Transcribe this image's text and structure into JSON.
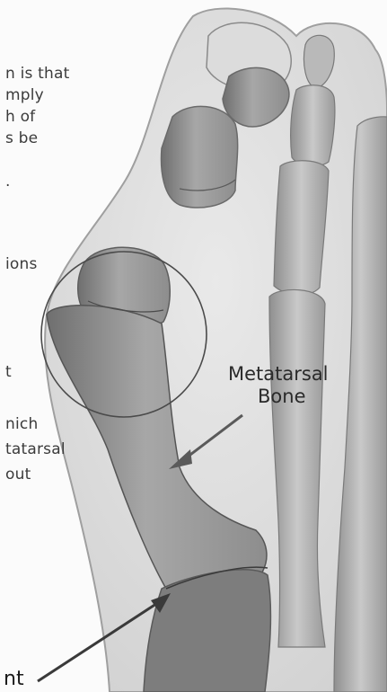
{
  "body_text": {
    "lines": [
      "n is that",
      "mply",
      "h of",
      "s be",
      ".",
      "ions",
      "t",
      "nich",
      "tatarsal",
      "out"
    ]
  },
  "labels": {
    "metatarsal_line1": "Metatarsal",
    "metatarsal_line2": "Bone",
    "bottom_partial": "nt"
  }
}
